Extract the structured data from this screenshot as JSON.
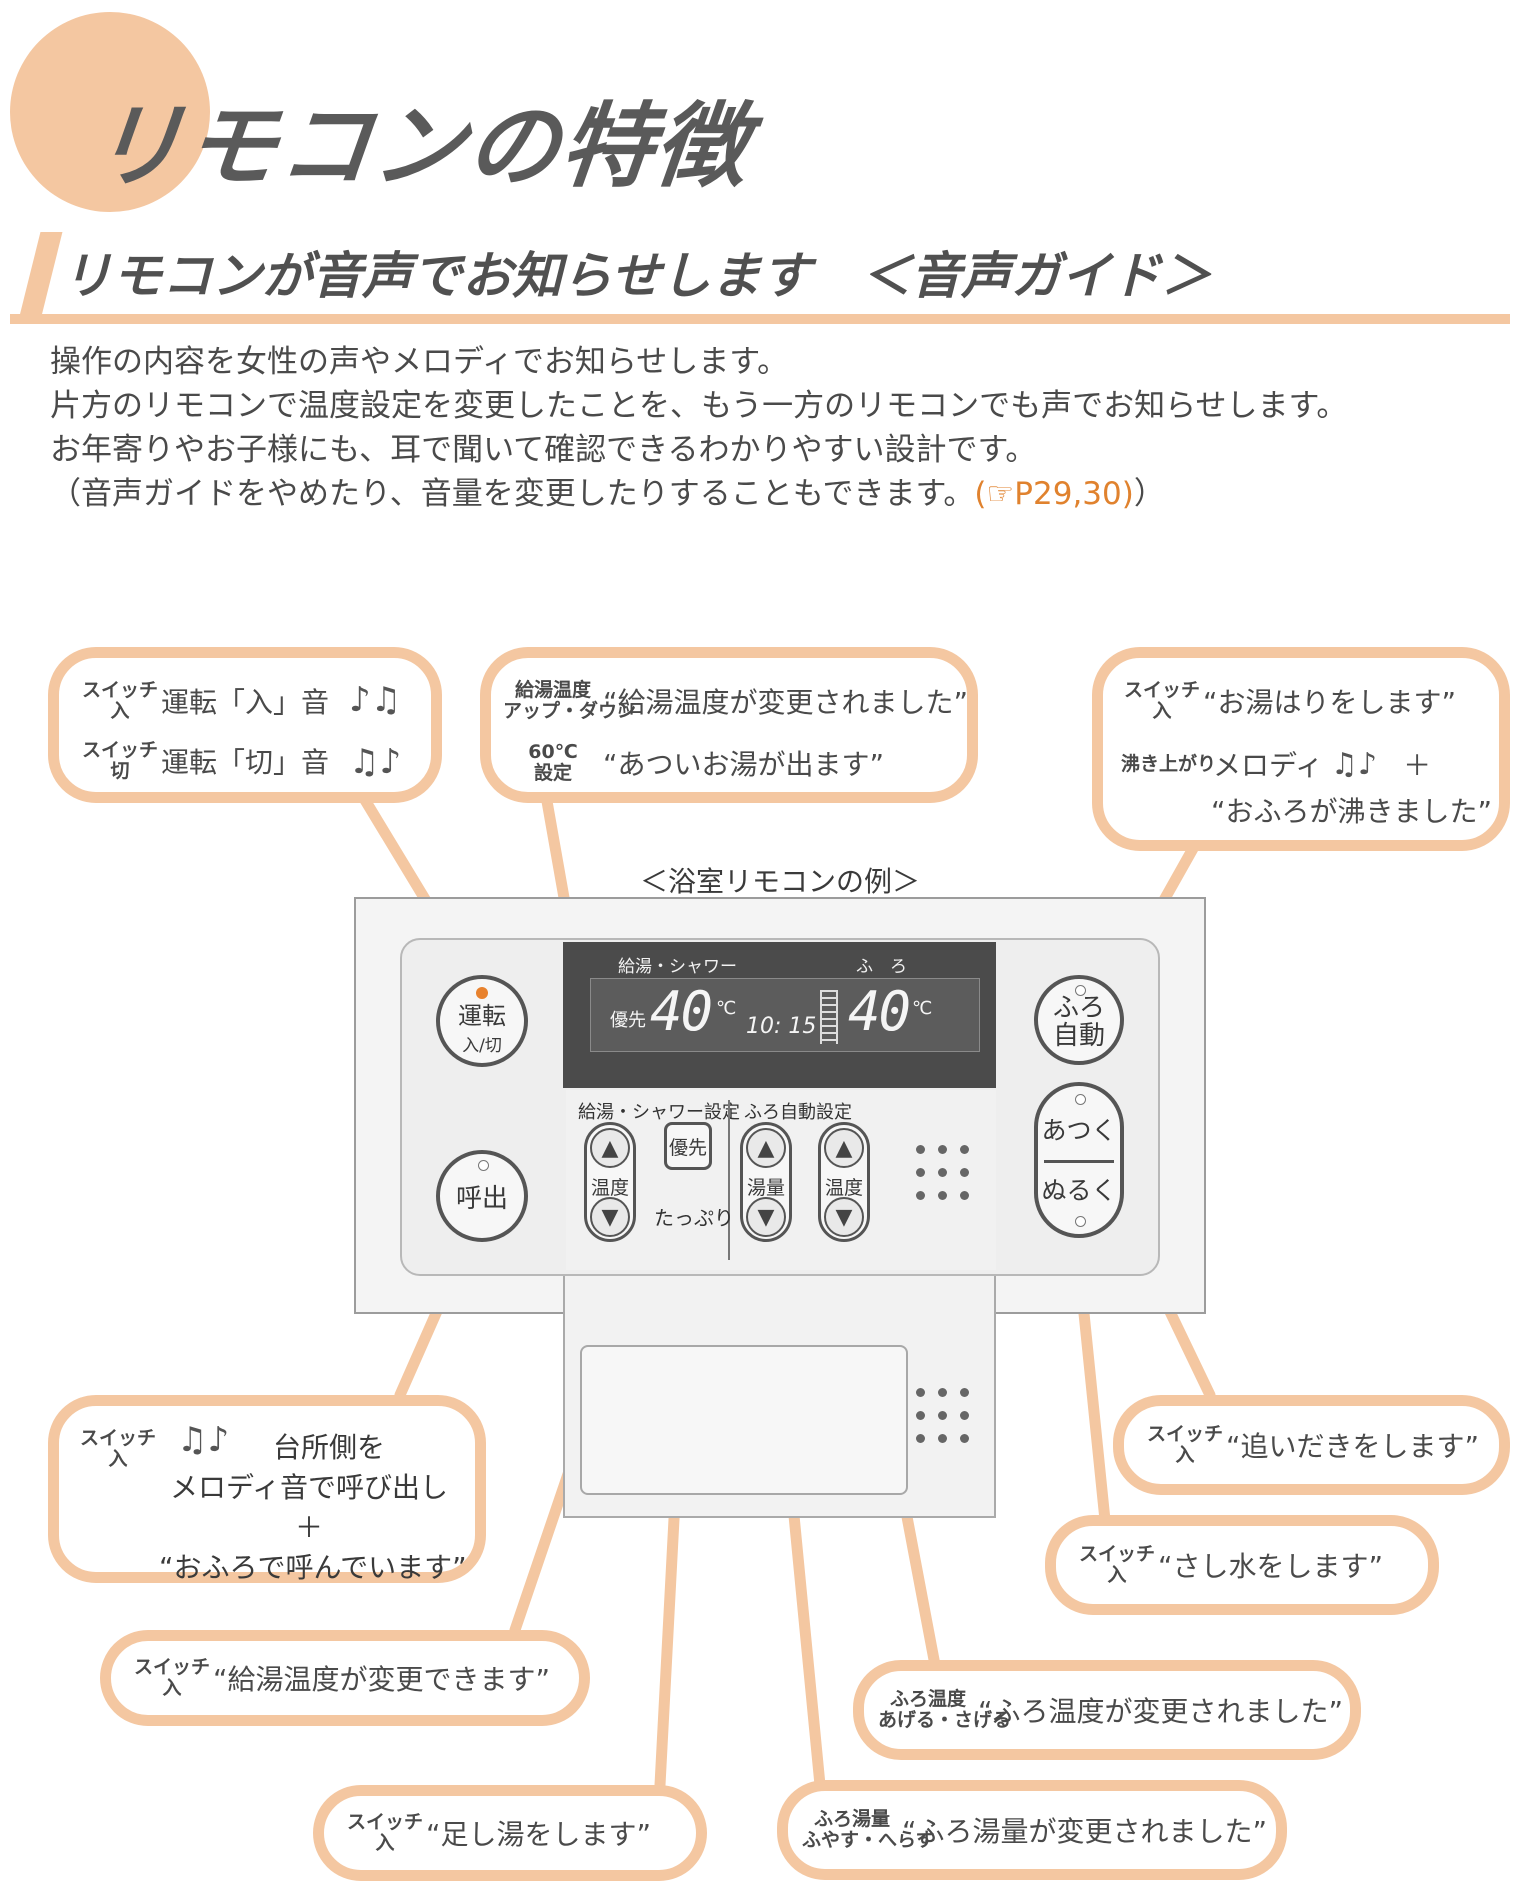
{
  "header": {
    "title": "リモコンの特徴",
    "subtitle": "リモコンが音声でお知らせします　＜音声ガイド＞"
  },
  "intro": {
    "line1": "操作の内容を女性の声やメロディでお知らせします。",
    "line2": "片方のリモコンで温度設定を変更したことを、もう一方のリモコンでも声でお知らせします。",
    "line3": "お年寄りやお子様にも、耳で聞いて確認できるわかりやすい設計です。",
    "line4_pre": "（音声ガイドをやめたり、音量を変更したりすることもできます。",
    "line4_ref": "(☞P29,30)",
    "line4_post": "）"
  },
  "callouts": {
    "power": {
      "key1_a": "スイッチ",
      "key1_b": "入",
      "text1": "運転「入」音",
      "key2_a": "スイッチ",
      "key2_b": "切",
      "text2": "運転「切」音"
    },
    "supply_temp": {
      "key1_a": "給湯温度",
      "key1_b": "アップ・ダウン",
      "text1": "“給湯温度が変更されました”",
      "key2_a": "60℃",
      "key2_b": "設定",
      "text2": "“あついお湯が出ます”"
    },
    "bath_auto": {
      "key1_a": "スイッチ",
      "key1_b": "入",
      "text1": "“お湯はりをします”",
      "key2_a": "沸き上がり",
      "text2": "メロディ",
      "plus": "＋",
      "text3": "“おふろが沸きました”"
    },
    "call": {
      "key_a": "スイッチ",
      "key_b": "入",
      "line1": "台所側を",
      "line2": "メロディ音で呼び出し",
      "plus": "＋",
      "line3": "“おふろで呼んでいます”"
    },
    "priority": {
      "key_a": "スイッチ",
      "key_b": "入",
      "text": "“給湯温度が変更できます”"
    },
    "tappuri": {
      "key_a": "スイッチ",
      "key_b": "入",
      "text": "“足し湯をします”"
    },
    "reheat": {
      "key_a": "スイッチ",
      "key_b": "入",
      "text": "“追いだきをします”"
    },
    "cool": {
      "key_a": "スイッチ",
      "key_b": "入",
      "text": "“さし水をします”"
    },
    "bath_temp": {
      "key_a": "ふろ温度",
      "key_b": "あげる・さげる",
      "text": "“ふろ温度が変更されました”"
    },
    "bath_volume": {
      "key_a": "ふろ湯量",
      "key_b": "ふやす・へらす",
      "text": "“ふろ湯量が変更されました”"
    }
  },
  "remote": {
    "caption": "＜浴室リモコンの例＞",
    "display": {
      "label_left": "給湯・シャワー",
      "label_right": "ふ　ろ",
      "priority": "優先",
      "temp_left": "40",
      "unit_left": "℃",
      "clock": "10: 15",
      "temp_right": "40",
      "unit_right": "℃"
    },
    "buttons": {
      "power_a": "運転",
      "power_b": "入/切",
      "call": "呼出",
      "bath_auto_a": "ふろ",
      "bath_auto_b": "自動",
      "hotter": "あつく",
      "cooler": "ぬるく",
      "group_left": "給湯・シャワー設定",
      "group_right": "ふろ自動設定",
      "temp": "温度",
      "priority": "優先",
      "tappuri": "たっぷり",
      "volume": "湯量",
      "bath_temp": "温度",
      "up": "▲",
      "down": "▼"
    }
  },
  "colors": {
    "accent": "#f4c7a1",
    "ref": "#e0822e"
  }
}
